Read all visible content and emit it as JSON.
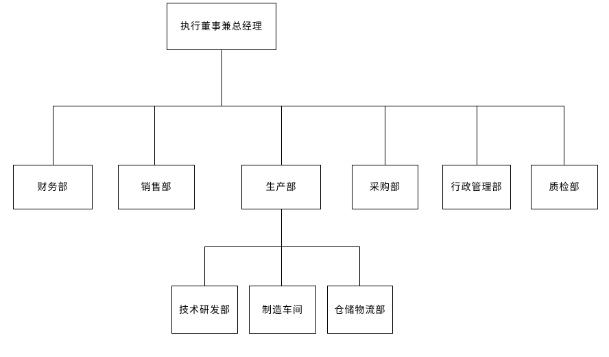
{
  "org_chart": {
    "type": "tree",
    "root": {
      "label": "执行董事兼总经理"
    },
    "level2_departments": [
      {
        "label": "财务部"
      },
      {
        "label": "销售部"
      },
      {
        "label": "生产部",
        "has_children": true
      },
      {
        "label": "采购部"
      },
      {
        "label": "行政管理部"
      },
      {
        "label": "质检部"
      }
    ],
    "level3_under_production": [
      {
        "label": "技术研发部"
      },
      {
        "label": "制造车间"
      },
      {
        "label": "仓储物流部"
      }
    ],
    "colors": {
      "background": "#ffffff",
      "box_fill": "#ffffff",
      "box_border": "#000000",
      "connector": "#000000",
      "text": "#000000"
    }
  }
}
